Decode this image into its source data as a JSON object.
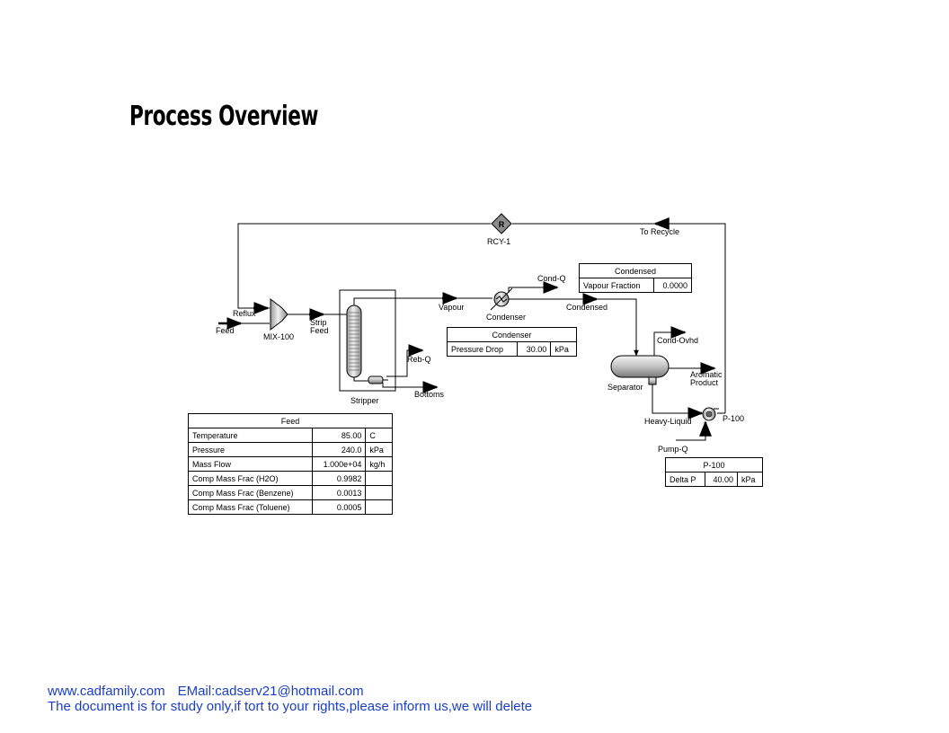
{
  "page_title": "Process Overview",
  "labels": {
    "rcy": "RCY-1",
    "rcy_letter": "R",
    "to_recycle": "To Recycle",
    "cond_q": "Cond-Q",
    "vapour": "Vapour",
    "condenser": "Condenser",
    "condensed": "Condensed",
    "reflux": "Reflux",
    "feed": "Feed",
    "mixer": "MIX-100",
    "strip_feed_1": "Strip",
    "strip_feed_2": "Feed",
    "reb_q": "Reb-Q",
    "bottoms": "Bottoms",
    "stripper": "Stripper",
    "cond_ovhd": "Cond-Ovhd",
    "aromatic_1": "Aromatic",
    "aromatic_2": "Product",
    "separator": "Separator",
    "heavy_liquid": "Heavy-Liquid",
    "pump": "P-100",
    "pump_q": "Pump-Q"
  },
  "tables": {
    "condensed": {
      "title": "Condensed",
      "rows": [
        {
          "name": "Vapour Fraction",
          "value": "0.0000",
          "unit": ""
        }
      ]
    },
    "condenser": {
      "title": "Condenser",
      "rows": [
        {
          "name": "Pressure Drop",
          "value": "30.00",
          "unit": "kPa"
        }
      ]
    },
    "feed": {
      "title": "Feed",
      "rows": [
        {
          "name": "Temperature",
          "value": "85.00",
          "unit": "C"
        },
        {
          "name": "Pressure",
          "value": "240.0",
          "unit": "kPa"
        },
        {
          "name": "Mass Flow",
          "value": "1.000e+04",
          "unit": "kg/h"
        },
        {
          "name": "Comp Mass Frac (H2O)",
          "value": "0.9982",
          "unit": ""
        },
        {
          "name": "Comp Mass Frac (Benzene)",
          "value": "0.0013",
          "unit": ""
        },
        {
          "name": "Comp Mass Frac (Toluene)",
          "value": "0.0005",
          "unit": ""
        }
      ]
    },
    "p100": {
      "title": "P-100",
      "rows": [
        {
          "name": "Delta P",
          "value": "40.00",
          "unit": "kPa"
        }
      ]
    }
  },
  "footer": {
    "website": "www.cadfamily.com",
    "email": "EMail:cadserv21@hotmail.com",
    "disclaimer": "The document is for study only,if tort to your rights,please inform us,we will delete"
  }
}
